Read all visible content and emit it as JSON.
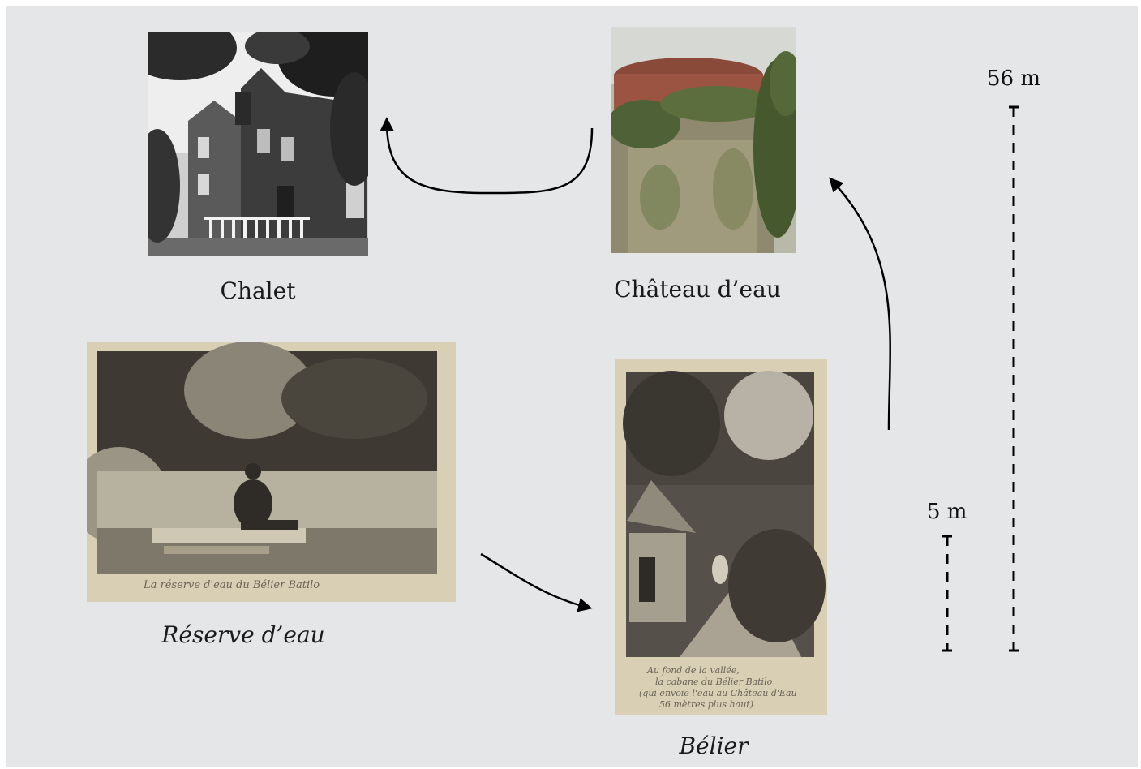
{
  "nodes": {
    "chalet": {
      "label": "Chalet"
    },
    "chateau": {
      "label": "Château d’eau"
    },
    "reserve": {
      "label": "Réserve d’eau"
    },
    "belier": {
      "label": "Bélier"
    }
  },
  "scale": {
    "high_label": "56 m",
    "low_label": "5 m"
  },
  "photo_handwriting": {
    "reserve": "La réserve d'eau du Bélier Batilo",
    "belier": "Au fond de la vallée, la cabane du Bélier Batilo (qui envoie l'eau au Château d'Eau 56 mètres plus haut)"
  },
  "colors": {
    "background": "#e5e6e8",
    "arrow": "#000000",
    "sepia_paper": "#d9cfb4"
  }
}
